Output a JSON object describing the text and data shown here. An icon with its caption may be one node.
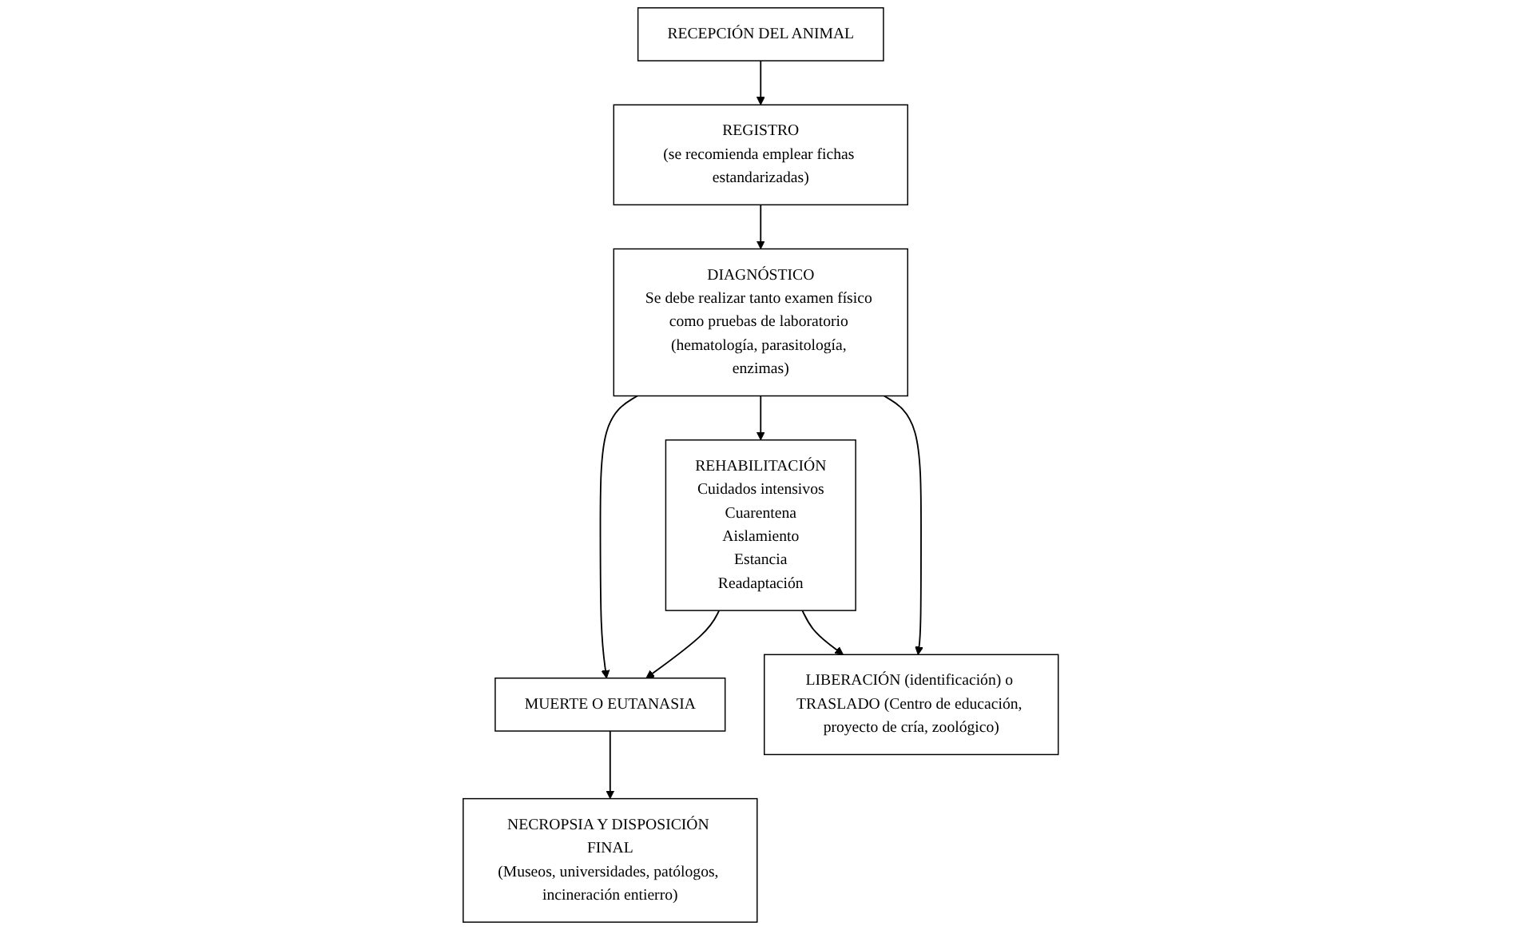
{
  "diagram": {
    "nodes": [
      {
        "text": [
          "RECEPCIÓN DEL ANIMAL"
        ]
      },
      {
        "text": [
          "REGISTRO",
          "(se recomienda emplear fichas estandarizadas)"
        ]
      },
      {
        "text": [
          "DIAGNÓSTICO",
          "Se debe realizar tanto examen físico como pruebas de laboratorio (hematología, parasitología, enzimas)"
        ]
      },
      {
        "text": [
          "MUERTE O EUTANASIA"
        ]
      },
      {
        "text": [
          "REHABILITACIÓN",
          "Cuidados intensivos",
          "Cuarentena",
          "Aislamiento",
          "Estancia",
          "Readaptación"
        ]
      },
      {
        "text": [
          "LIBERACIÓN (identificación) o TRASLADO (Centro de educación, proyecto de cría, zoológico)"
        ]
      },
      {
        "text": [
          "NECROPSIA Y DISPOSICIÓN FINAL",
          "(Museos, universidades, patólogos, incineración entierro)"
        ]
      }
    ],
    "edges": [
      {
        "from": 0,
        "to": 1,
        "arrow": "to"
      },
      {
        "from": 1,
        "to": 2,
        "arrow": "to"
      },
      {
        "from": 2,
        "to": 3,
        "arrow": "to"
      },
      {
        "from": 2,
        "to": 4,
        "arrow": "to"
      },
      {
        "from": 2,
        "to": 5,
        "arrow": "to"
      },
      {
        "from": 4,
        "to": 3,
        "arrow": "to"
      },
      {
        "from": 4,
        "to": 5,
        "arrow": "to"
      },
      {
        "from": 3,
        "to": 6,
        "arrow": "to"
      }
    ]
  }
}
